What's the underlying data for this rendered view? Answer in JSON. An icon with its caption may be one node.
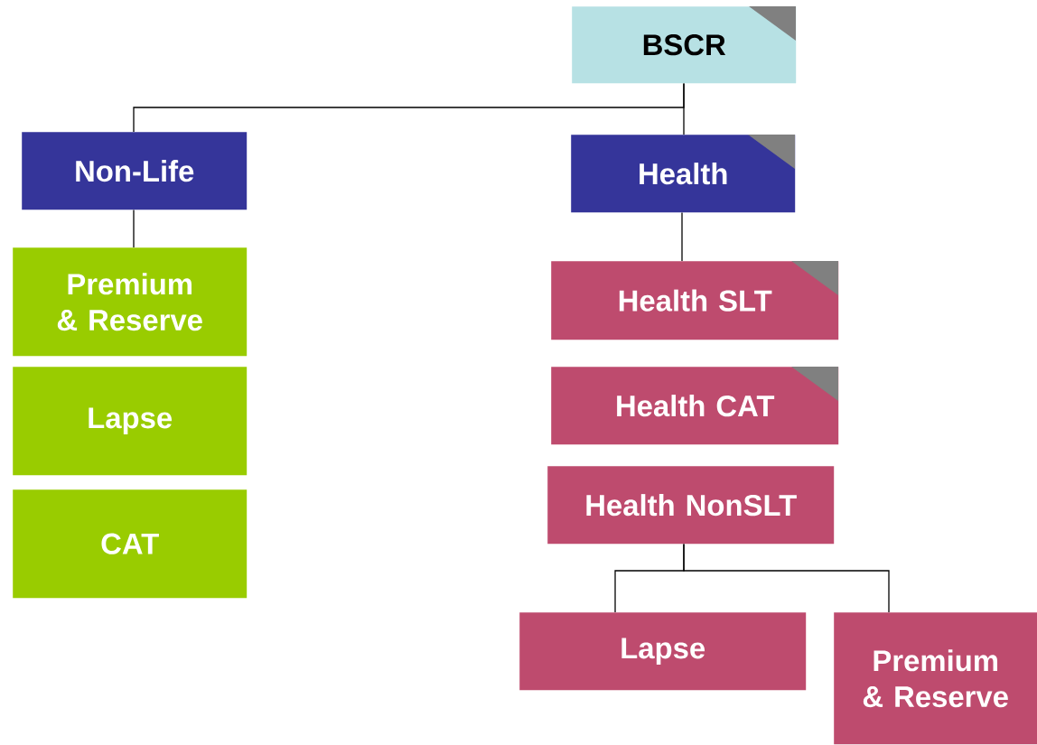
{
  "diagram": {
    "nodes": [
      {
        "text": [
          "BSCR"
        ]
      },
      {
        "text": [
          "Non-Life"
        ]
      },
      {
        "text": [
          "Health"
        ]
      },
      {
        "text": [
          "Premium & Reserve"
        ]
      },
      {
        "text": [
          "Lapse"
        ]
      },
      {
        "text": [
          "CAT"
        ]
      },
      {
        "text": [
          "Health SLT"
        ]
      },
      {
        "text": [
          "Health CAT"
        ]
      },
      {
        "text": [
          "Health NonSLT"
        ]
      },
      {
        "text": [
          "Lapse"
        ]
      },
      {
        "text": [
          "Premium & Reserve"
        ]
      }
    ],
    "edges": [
      {
        "from": 0,
        "to": 1,
        "arrow": "none"
      },
      {
        "from": 0,
        "to": 2,
        "arrow": "none"
      },
      {
        "from": 1,
        "to": 3,
        "arrow": "none"
      },
      {
        "from": 2,
        "to": 6,
        "arrow": "none"
      },
      {
        "from": 8,
        "to": 9,
        "arrow": "none"
      },
      {
        "from": 8,
        "to": 10,
        "arrow": "none"
      }
    ]
  }
}
